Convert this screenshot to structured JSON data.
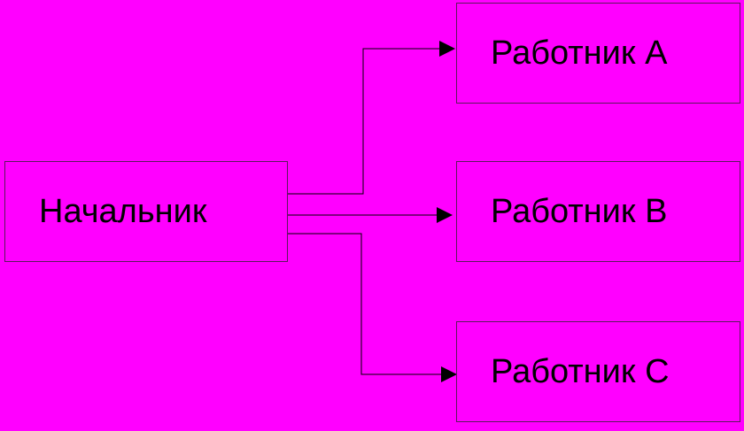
{
  "diagram": {
    "background": "#ff00ff",
    "line_color": "#000000",
    "nodes": {
      "boss": {
        "label": "Начальник"
      },
      "worker_a": {
        "label": "Работник А"
      },
      "worker_b": {
        "label": "Работник В"
      },
      "worker_c": {
        "label": "Работник С"
      }
    },
    "edges": [
      {
        "from": "boss",
        "to": "worker_a"
      },
      {
        "from": "boss",
        "to": "worker_b"
      },
      {
        "from": "boss",
        "to": "worker_c"
      }
    ]
  }
}
